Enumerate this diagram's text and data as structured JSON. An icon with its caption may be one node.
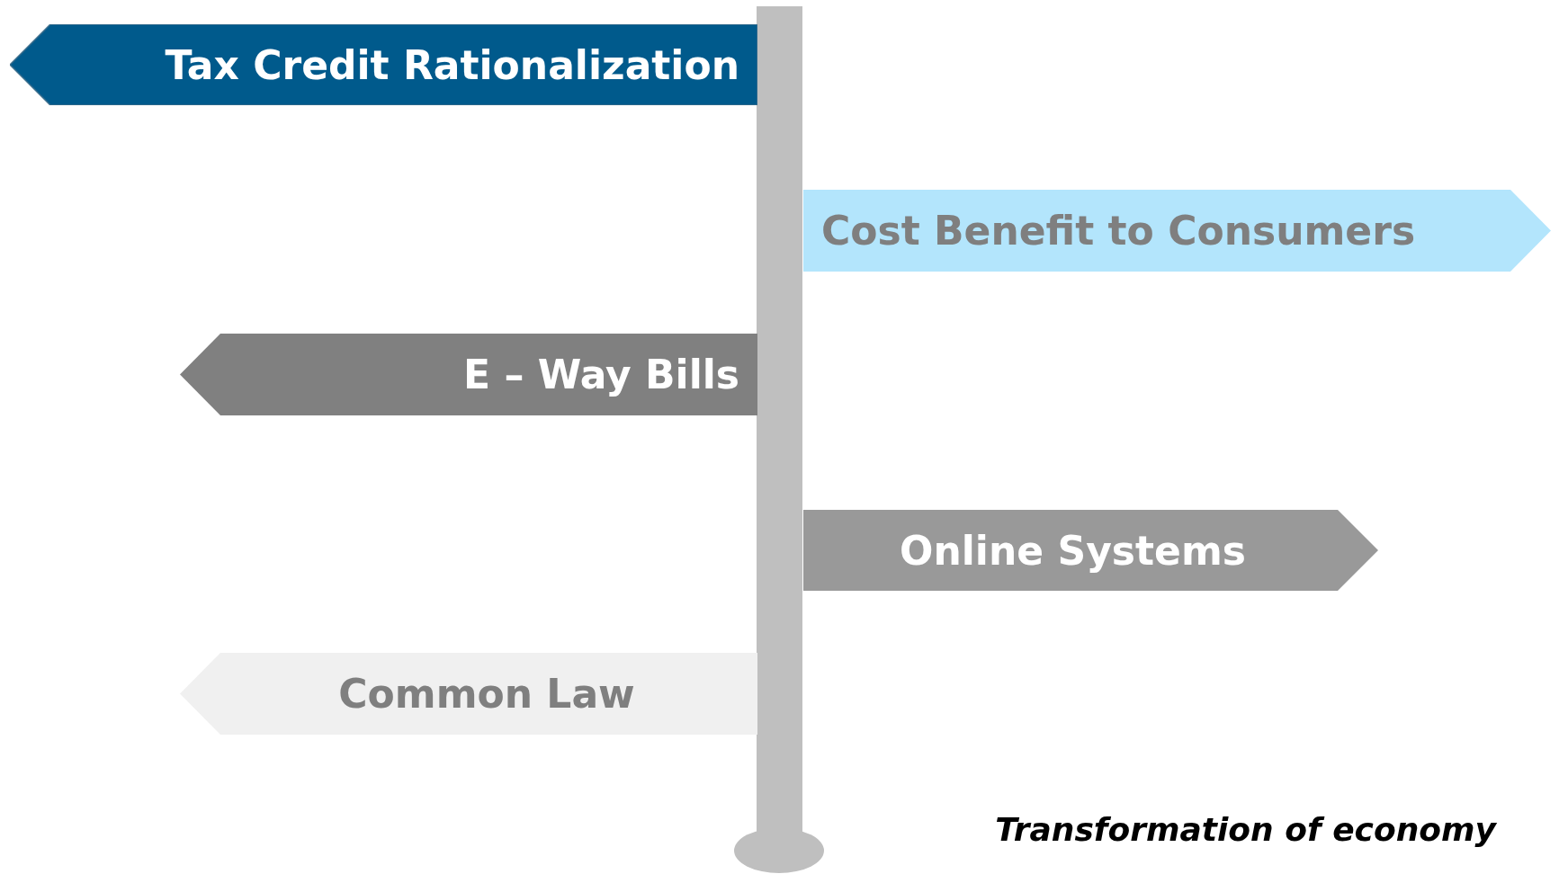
{
  "diagram": {
    "caption": "Transformation of economy",
    "nodes": [
      {
        "text": [
          "Tax Credit Rationalization"
        ]
      },
      {
        "text": [
          "Cost Benefit to Consumers"
        ]
      },
      {
        "text": [
          "E – Way Bills"
        ]
      },
      {
        "text": [
          "Online Systems"
        ]
      },
      {
        "text": [
          "Common Law"
        ]
      }
    ]
  }
}
